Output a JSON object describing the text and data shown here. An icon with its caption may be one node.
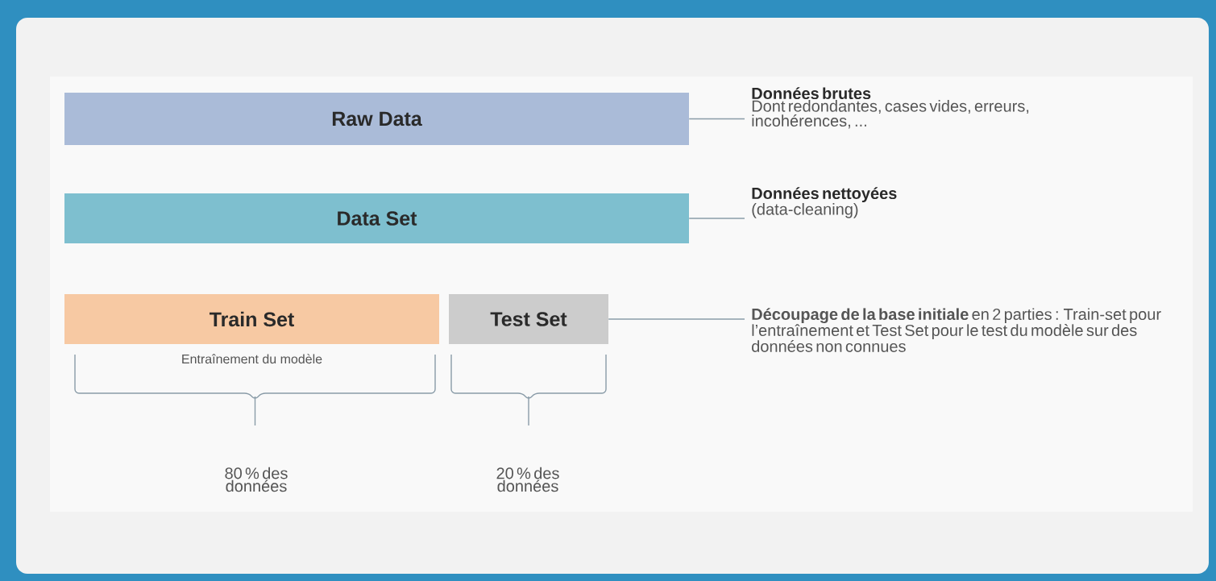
{
  "diagram": {
    "nodes": [
      {
        "text": [
          "Raw Data"
        ]
      },
      {
        "text": [
          "Data Set"
        ]
      },
      {
        "text": [
          "Train Set"
        ],
        "beside": [
          "Entraînement du modèle"
        ]
      },
      {
        "text": [
          "Test Set"
        ]
      },
      {
        "text": [
          "Données brutes",
          "Dont redondantes, cases vides, erreurs, incohérences, ..."
        ]
      },
      {
        "text": [
          "Données nettoyées",
          "(data-cleaning)"
        ]
      },
      {
        "text": [
          "**Découpage de la base initiale** en 2 parties : Train-set pour l’entraînement et Test Set pour le test du modèle sur des données non connues"
        ]
      }
    ],
    "edges": [
      {
        "from": 0,
        "to": 4,
        "arrow": "none"
      },
      {
        "from": 1,
        "to": 5,
        "arrow": "none"
      },
      {
        "from": 3,
        "to": 6,
        "arrow": "none"
      }
    ],
    "labels": [
      "80 % des données",
      "20 % des données"
    ]
  }
}
